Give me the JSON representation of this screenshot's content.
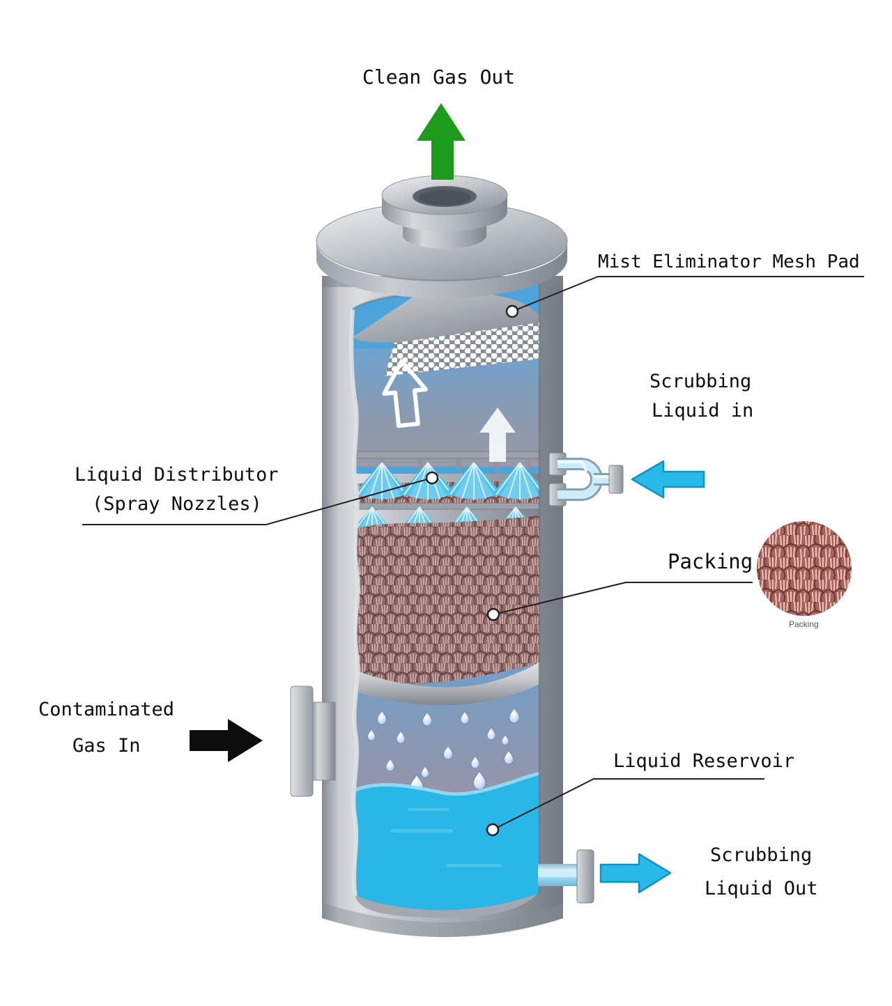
{
  "diagram": {
    "subject": "Packed bed wet scrubber cutaway diagram"
  },
  "labels": {
    "clean_gas_out": "Clean Gas Out",
    "mist_eliminator_mesh_pad": "Mist Eliminator Mesh Pad",
    "scrubbing_liquid_in": {
      "line1": "Scrubbing",
      "line2": "Liquid in"
    },
    "liquid_distributor": {
      "line1": "Liquid Distributor",
      "line2": "(Spray Nozzles)"
    },
    "packing": "Packing",
    "packing_inset_caption": "Packing",
    "contaminated_gas_in": {
      "line1": "Contaminated",
      "line2": "Gas In"
    },
    "liquid_reservoir": "Liquid Reservoir",
    "scrubbing_liquid_out": {
      "line1": "Scrubbing",
      "line2": "Liquid Out"
    }
  },
  "colors": {
    "clean_gas_arrow": "#1d9b1d",
    "liquid_arrow": "#29b9e9",
    "liquid_arrow_border": "#0d93c4",
    "gas_in_arrow": "#0d0d0d",
    "reservoir_liquid": "#29b7e7",
    "interior_blue": "#4da4da",
    "label_text": "#0d0d0d"
  }
}
